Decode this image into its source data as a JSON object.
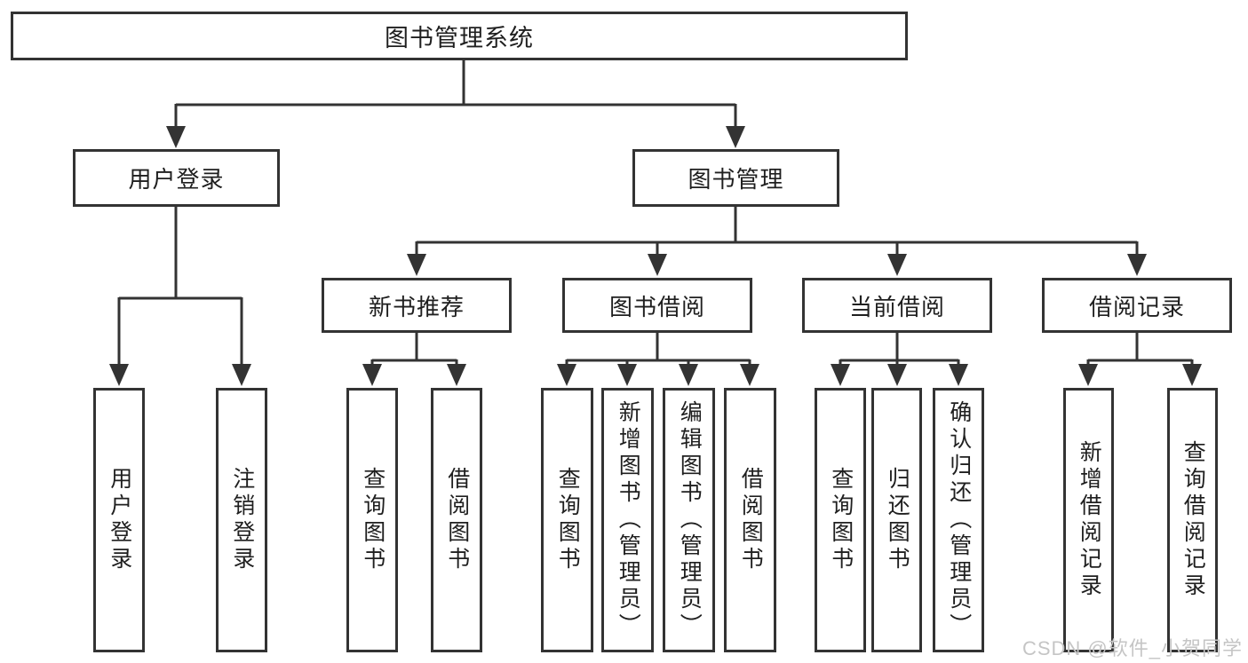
{
  "tree": {
    "root": {
      "label": "图书管理系统"
    },
    "branches": [
      {
        "label": "用户登录",
        "children": [
          {
            "label": "用户登录"
          },
          {
            "label": "注销登录"
          }
        ]
      },
      {
        "label": "图书管理",
        "children": [
          {
            "label": "新书推荐",
            "children": [
              {
                "label": "查询图书"
              },
              {
                "label": "借阅图书"
              }
            ]
          },
          {
            "label": "图书借阅",
            "children": [
              {
                "label": "查询图书"
              },
              {
                "label": "新增图书（管理员）"
              },
              {
                "label": "编辑图书（管理员）"
              },
              {
                "label": "借阅图书"
              }
            ]
          },
          {
            "label": "当前借阅",
            "children": [
              {
                "label": "查询图书"
              },
              {
                "label": "归还图书"
              },
              {
                "label": "确认归还（管理员）"
              }
            ]
          },
          {
            "label": "借阅记录",
            "children": [
              {
                "label": "新增借阅记录"
              },
              {
                "label": "查询借阅记录"
              }
            ]
          }
        ]
      }
    ]
  },
  "watermark": "CSDN @软件_小贺同学",
  "colors": {
    "line": "#333333",
    "box_border": "#333333",
    "text": "#1f1f1f",
    "background": "#ffffff",
    "watermark": "#c5c5c5"
  }
}
